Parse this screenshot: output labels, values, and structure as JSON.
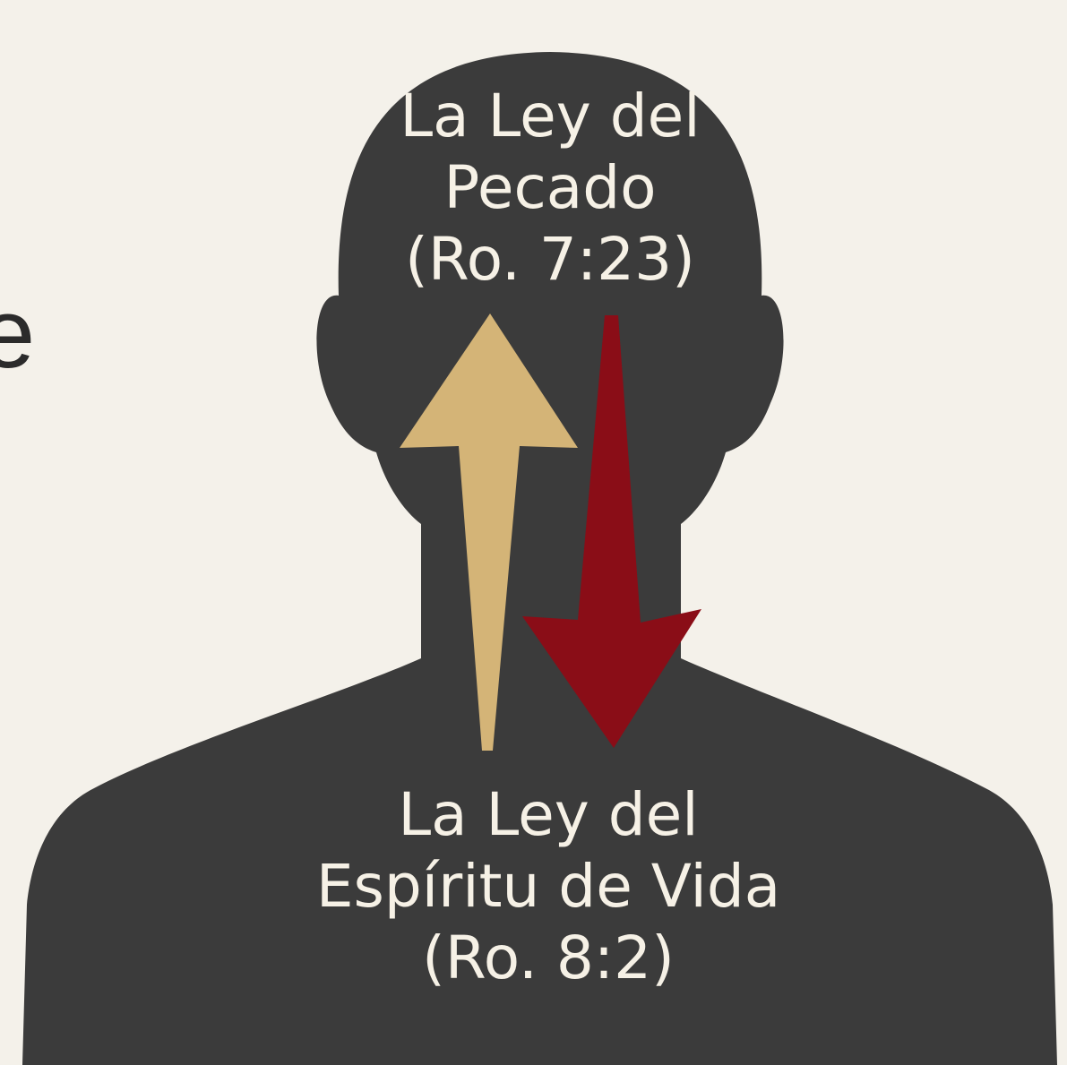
{
  "edge_text": "e",
  "top_label": {
    "line1": "La Ley del",
    "line2": "Pecado",
    "line3": "(Ro. 7:23)"
  },
  "bottom_label": {
    "line1": "La Ley del",
    "line2": "Espíritu de Vida",
    "line3": "(Ro. 8:2)"
  },
  "colors": {
    "background": "#f4f1ea",
    "silhouette": "#3b3b3b",
    "up_arrow": "#d4b477",
    "down_arrow": "#8a0d17",
    "label_text": "#f6f1e6"
  }
}
